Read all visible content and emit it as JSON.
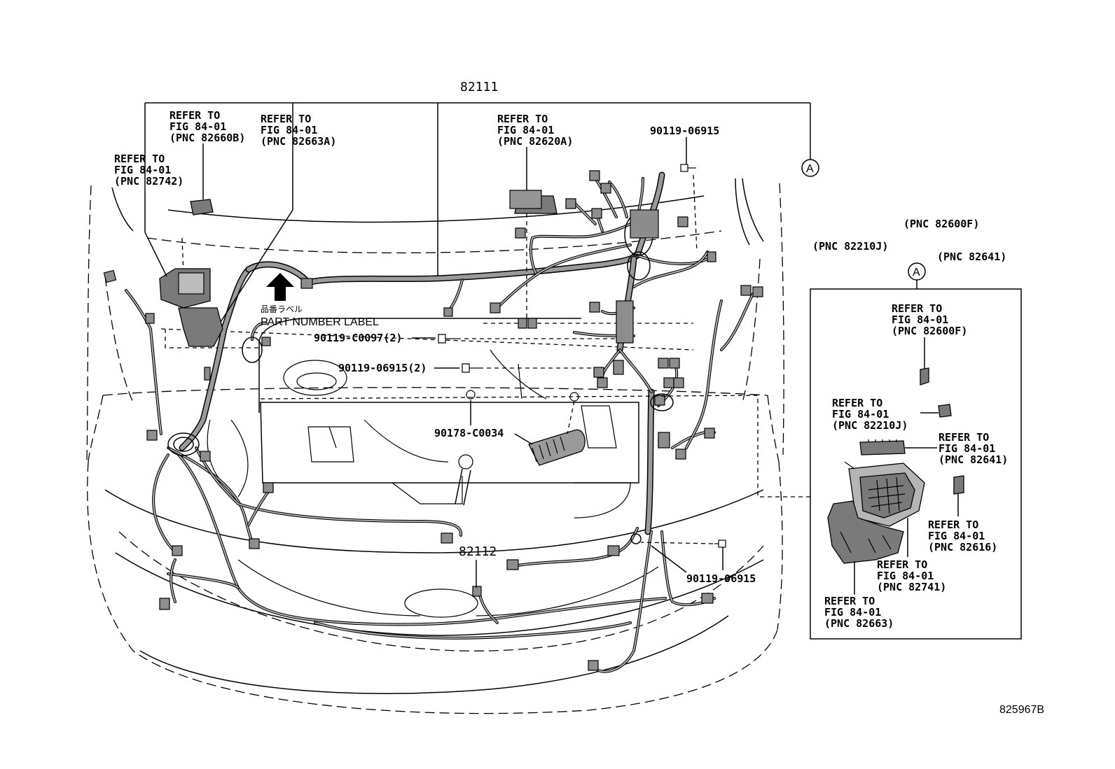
{
  "diagram": {
    "main_part": "82111",
    "sub_part": "82112",
    "figure_code": "825967B",
    "circle_ref": "A",
    "part_number_label": {
      "jp": "品番ラベル",
      "en": "PART NUMBER LABEL"
    },
    "callouts": {
      "ref_82742": [
        "REFER TO",
        "FIG 84-01",
        "(PNC 82742)"
      ],
      "ref_82660B": [
        "REFER TO",
        "FIG 84-01",
        "(PNC 82660B)"
      ],
      "ref_82663A": [
        "REFER TO",
        "FIG 84-01",
        "(PNC 82663A)"
      ],
      "ref_82620A": [
        "REFER TO",
        "FIG 84-01",
        "(PNC 82620A)"
      ],
      "ref_82600F": [
        "REFER TO",
        "FIG 84-01",
        "(PNC 82600F)"
      ],
      "ref_82210J": [
        "REFER TO",
        "FIG 84-01",
        "(PNC 82210J)"
      ],
      "ref_82641": [
        "REFER TO",
        "FIG 84-01",
        "(PNC 82641)"
      ],
      "ref_82616": [
        "REFER TO",
        "FIG 84-01",
        "(PNC 82616)"
      ],
      "ref_82741": [
        "REFER TO",
        "FIG 84-01",
        "(PNC 82741)"
      ],
      "ref_82663": [
        "REFER TO",
        "FIG 84-01",
        "(PNC 82663)"
      ]
    },
    "floating_pnc": {
      "pnc_82600F": "(PNC 82600F)",
      "pnc_82210J": "(PNC 82210J)",
      "pnc_82641": "(PNC 82641)"
    },
    "fasteners": {
      "bolt_top": "90119-06915",
      "bolt_c0097": "90119-C0097(2)",
      "bolt_06915x2": "90119-06915(2)",
      "nut_c0034": "90178-C0034",
      "bolt_bottom": "90119-06915"
    }
  }
}
